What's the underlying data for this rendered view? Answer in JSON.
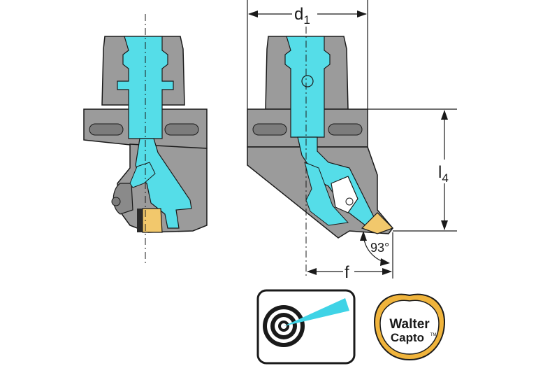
{
  "dimensions": {
    "d1": {
      "main": "d",
      "sub": "1"
    },
    "l4": {
      "main": "l",
      "sub": "4"
    },
    "f": "f",
    "angle": "93°"
  },
  "badges": {
    "logo_line1": "Walter",
    "logo_line2": "Capto",
    "logo_tm": "TM"
  },
  "colors": {
    "body": "#9b9b9b",
    "coolant": "#55dde8",
    "insert": "#f2c86c",
    "logo_ring": "#f0b43c",
    "icon_jet": "#3fd3e6"
  }
}
